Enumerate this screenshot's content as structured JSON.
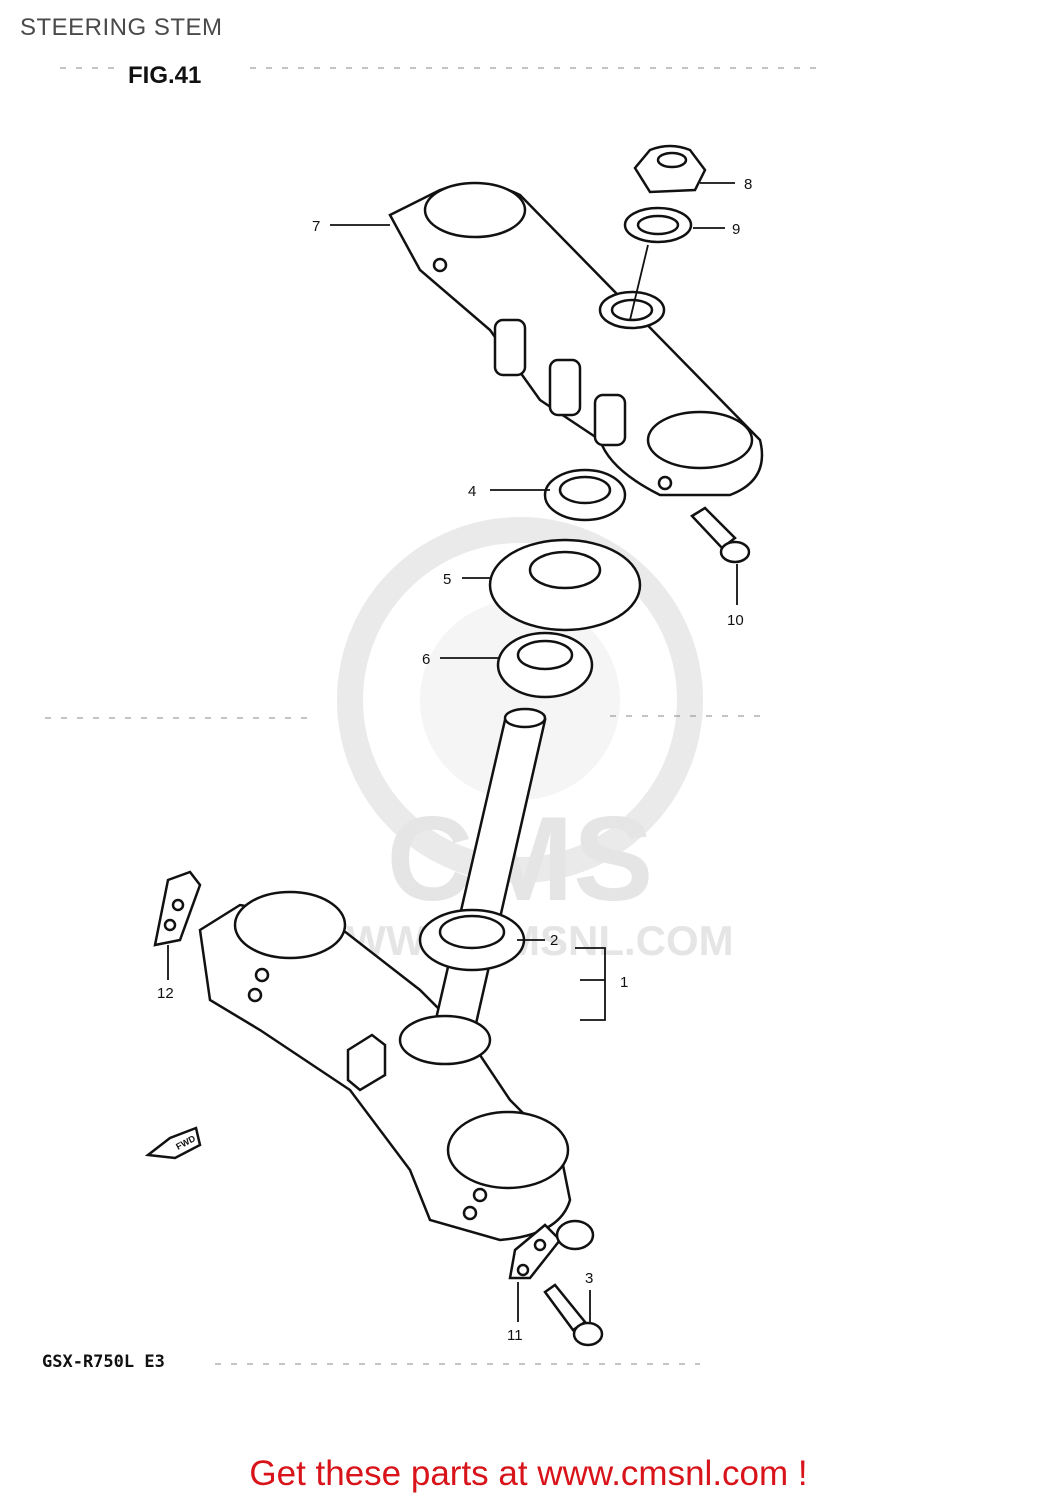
{
  "header": {
    "title": "STEERING STEM",
    "figure": "FIG.41"
  },
  "model_code": "GSX-R750L E3",
  "watermark": {
    "logo_text": "CMS",
    "site_text": "WWW.CMSNL.COM"
  },
  "callouts": [
    "1",
    "2",
    "3",
    "4",
    "5",
    "6",
    "7",
    "8",
    "9",
    "10",
    "11",
    "12"
  ],
  "direction_marker": "FWD",
  "footer": {
    "cta": "Get these parts at www.cmsnl.com !"
  },
  "colors": {
    "cta": "#d8131a",
    "line": "#111111",
    "watermark": "#d9d9d9"
  }
}
